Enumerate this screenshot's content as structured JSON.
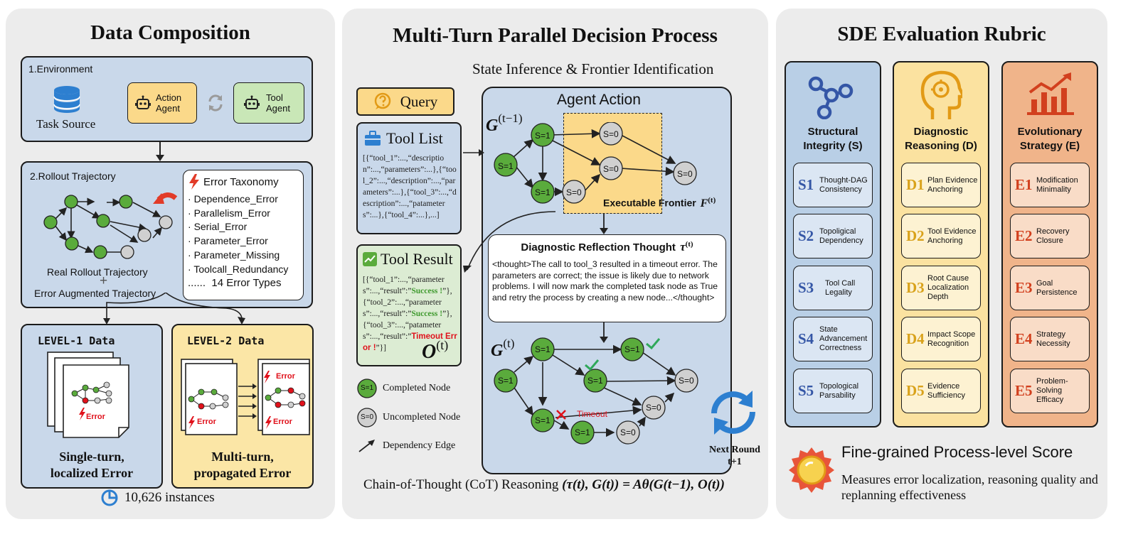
{
  "left": {
    "title": "Data Composition",
    "env": {
      "heading": "1.Environment",
      "task_source": "Task Source",
      "action_agent": "Action Agent",
      "tool_agent": "Tool Agent"
    },
    "rollout": {
      "heading": "2.Rollout Trajectory",
      "real": "Real Rollout Trajectory",
      "plus": "+",
      "augmented": "Error Augmented Trajectory"
    },
    "taxonomy": {
      "title": "Error Taxonomy",
      "items": [
        "Dependence_Error",
        "Parallelism_Error",
        "Serial_Error",
        "Parameter_Error",
        "Parameter_Missing",
        "Toolcall_Redundancy"
      ],
      "dots": "......",
      "summary": "14 Error Types"
    },
    "level1": {
      "title": "LEVEL-1 Data",
      "caption_line1": "Single-turn,",
      "caption_line2": "localized Error",
      "error_label": "Error"
    },
    "level2": {
      "title": "LEVEL-2 Data",
      "caption_line1": "Multi-turn,",
      "caption_line2": "propagated Error",
      "error_label": "Error"
    },
    "instances": "10,626 instances"
  },
  "middle": {
    "title": "Multi-Turn Parallel Decision Process",
    "subtitle": "State Inference & Frontier Identification",
    "query": "Query",
    "tool_list": {
      "title": "Tool List",
      "text": "[{“tool_1”:...,“description”:...,“parameters”:...},{“tool_2”:...,“description”:...,“parameters”:...},{“tool_3”:...,“description”:...,“patameters”:...},{“tool_4”:...},...]"
    },
    "tool_result": {
      "title": "Tool Result",
      "t1": "[{“tool_1”:...,“parameters”:...,“result”:”",
      "s1": "Success !",
      "t2": "”},{“tool_2”:...,“parameters”:...,“result”:”",
      "s2": "Success !",
      "t3": "”},{“tool_3”:...,“patameters”:...,“result”:”",
      "s3": "Timeout Error !",
      "t4": "”}]",
      "symbol": "O",
      "sup": "(t)"
    },
    "agent_action": "Agent Action",
    "graph_prev": {
      "symbol": "G",
      "sup": "(t−1)"
    },
    "graph_cur": {
      "symbol": "G",
      "sup": "(t)"
    },
    "frontier": {
      "label": "Executable Frontier",
      "symbol": "F",
      "sup": "(t)"
    },
    "reflection": {
      "title": "Diagnostic Reflection Thought",
      "symbol": "τ",
      "sup": "(t)",
      "text": "<thought>The call to tool_3 resulted in a timeout error. The parameters are correct; the issue is likely due to network problems. I will now mark the completed task node as True and retry the process by creating a new node...</thought>"
    },
    "timeout": "Timeout",
    "node_done": "S=1",
    "node_todo": "S=0",
    "legend": {
      "completed": "Completed Node",
      "uncompleted": "Uncompleted Node",
      "edge": "Dependency Edge"
    },
    "next_round": {
      "line1": "Next Round",
      "line2": "t+1"
    },
    "cot": {
      "prefix": "Chain-of-Thought (CoT) Reasoning ",
      "formula": "(τ(t), G(t)) = Aθ(G(t−1), O(t))"
    }
  },
  "right": {
    "title": "SDE Evaluation Rubric",
    "columns": [
      {
        "title_line1": "Structural",
        "title_line2": "Integrity (S)",
        "color": "#3456a6",
        "items": [
          {
            "code": "S1",
            "label": "Thought-DAG Consistency"
          },
          {
            "code": "S2",
            "label": "Topoligical Dependency"
          },
          {
            "code": "S3",
            "label": "Tool Call Legality"
          },
          {
            "code": "S4",
            "label": "State Advancement Correctness"
          },
          {
            "code": "S5",
            "label": "Topological Parsability"
          }
        ]
      },
      {
        "title_line1": "Diagnostic",
        "title_line2": "Reasoning (D)",
        "color": "#d9a21b",
        "items": [
          {
            "code": "D1",
            "label": "Plan Evidence Anchoring"
          },
          {
            "code": "D2",
            "label": "Tool Evidence Anchoring"
          },
          {
            "code": "D3",
            "label": "Root Cause Localization Depth"
          },
          {
            "code": "D4",
            "label": "Impact Scope Recognition"
          },
          {
            "code": "D5",
            "label": "Evidence Sufficiency"
          }
        ]
      },
      {
        "title_line1": "Evolutionary",
        "title_line2": "Strategy (E)",
        "color": "#d2401e",
        "items": [
          {
            "code": "E1",
            "label": "Modification Minimality"
          },
          {
            "code": "E2",
            "label": "Recovery Closure"
          },
          {
            "code": "E3",
            "label": "Goal Persistence"
          },
          {
            "code": "E4",
            "label": "Strategy Necessity"
          },
          {
            "code": "E5",
            "label": "Problem-Solving Efficacy"
          }
        ]
      }
    ],
    "score_title": "Fine-grained Process-level Score",
    "score_desc": "Measures error localization, reasoning quality and replanning effectiveness"
  }
}
